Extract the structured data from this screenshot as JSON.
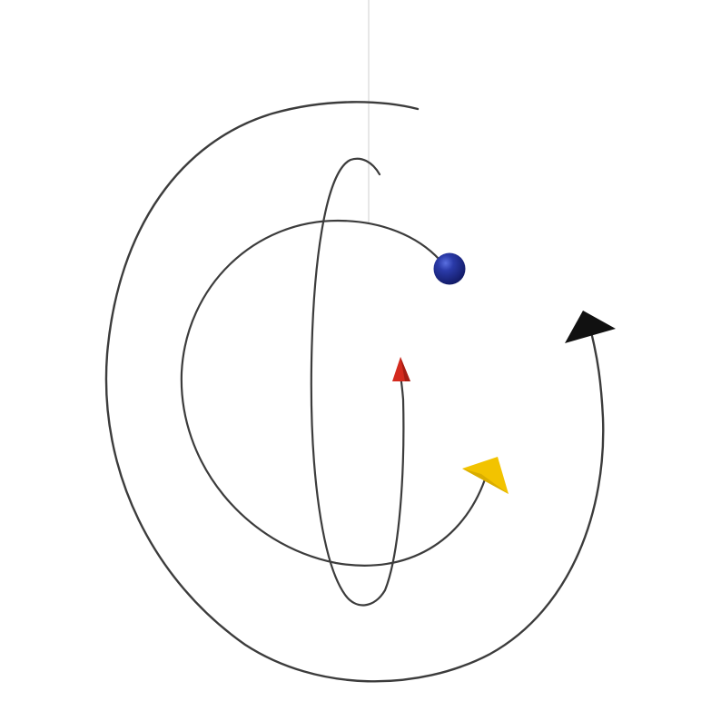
{
  "scene": {
    "subject": "hanging-mobile",
    "colors": {
      "background": "#ffffff",
      "wire": "#3a3a3a",
      "thread": "#c8c8c8",
      "ball": "#1f2a8c",
      "ball_highlight": "#4a5fd0",
      "red_triangle": "#d42a1e",
      "yellow_triangle": "#f2c300",
      "black_triangle": "#111111"
    },
    "elements": [
      {
        "name": "suspension-thread",
        "kind": "thread"
      },
      {
        "name": "outer-spiral-wire",
        "kind": "wire"
      },
      {
        "name": "middle-circle-wire",
        "kind": "wire"
      },
      {
        "name": "vertical-loop-wire",
        "kind": "wire"
      },
      {
        "name": "blue-ball",
        "kind": "sphere"
      },
      {
        "name": "red-triangle",
        "kind": "triangle"
      },
      {
        "name": "yellow-triangle",
        "kind": "triangle"
      },
      {
        "name": "black-triangle",
        "kind": "triangle"
      }
    ]
  }
}
